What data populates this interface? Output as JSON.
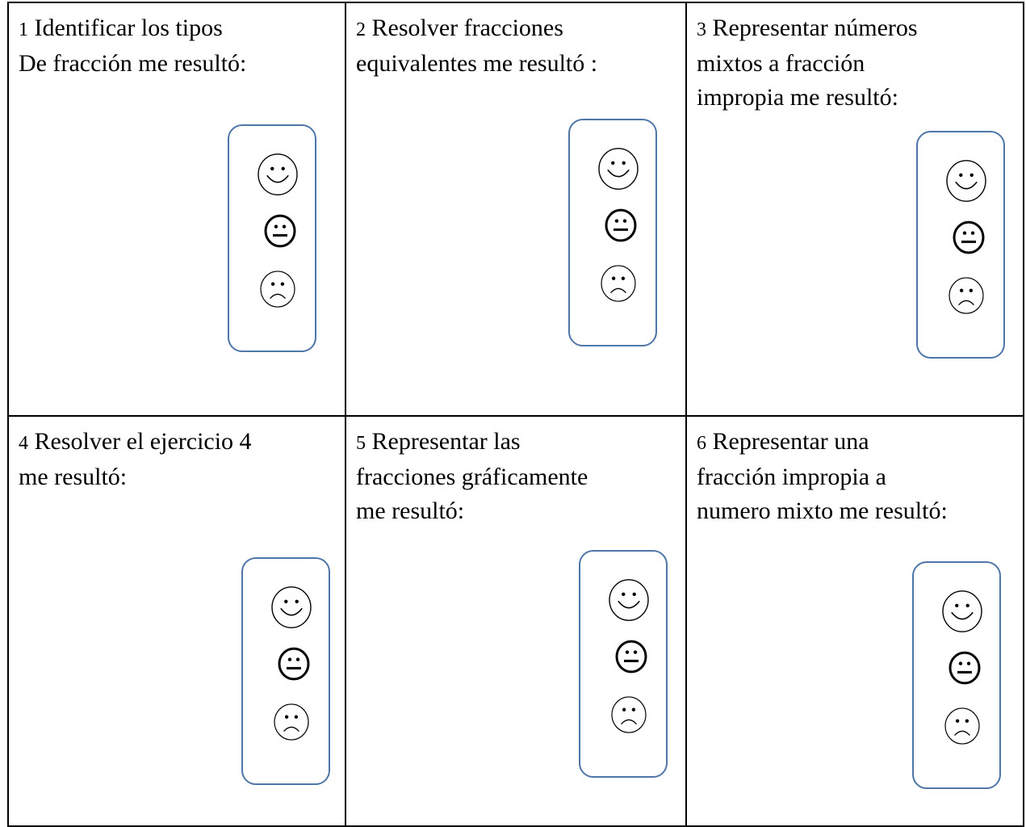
{
  "cells": [
    {
      "number": "1",
      "lines": [
        "Identificar los tipos",
        "De fracción me resultó:"
      ]
    },
    {
      "number": "2",
      "lines": [
        "Resolver fracciones",
        "equivalentes me resultó :"
      ]
    },
    {
      "number": "3",
      "lines": [
        "Representar números",
        "mixtos a fracción",
        "impropia me resultó:"
      ]
    },
    {
      "number": "4",
      "lines": [
        "Resolver el ejercicio 4",
        "me resultó:"
      ]
    },
    {
      "number": "5",
      "lines": [
        "Representar las",
        "fracciones gráficamente",
        "me resultó:"
      ]
    },
    {
      "number": "6",
      "lines": [
        "Representar una",
        "fracción impropia a",
        "numero mixto me resultó:"
      ]
    }
  ],
  "rating_faces": [
    "smiley-face-icon",
    "neutral-face-icon",
    "sad-face-icon"
  ],
  "colors": {
    "card_border": "#4f76a8",
    "grid_line": "#000000",
    "background": "#ffffff"
  }
}
